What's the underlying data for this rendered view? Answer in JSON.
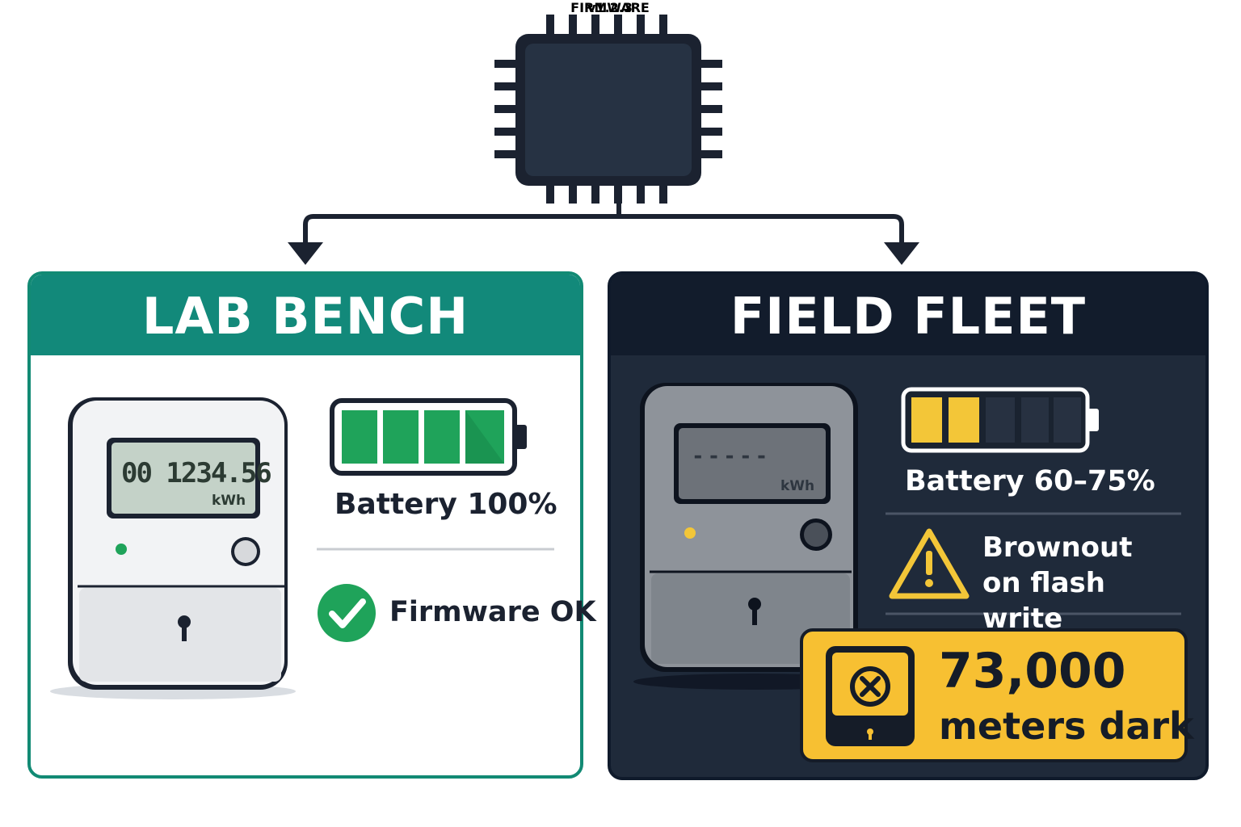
{
  "chip": {
    "title": "FIRMWARE",
    "version": "v1.2.3"
  },
  "lab": {
    "title": "LAB BENCH",
    "meter_reading": "00 1234.56",
    "meter_unit": "kWh",
    "battery_label": "Battery 100%",
    "battery_level": 1.0,
    "status_label": "Firmware OK"
  },
  "field": {
    "title": "FIELD FLEET",
    "meter_reading": "-----",
    "meter_unit": "kWh",
    "battery_label": "Battery 60–75%",
    "battery_segments_filled": 2,
    "battery_segments_total": 5,
    "warning_label": "Brownout on flash write",
    "alert_count": "73,000",
    "alert_text": "meters dark"
  },
  "colors": {
    "teal": "#12897a",
    "navy": "#121c2c",
    "green": "#1fa35a",
    "amber": "#f7c032"
  },
  "icons": [
    "chip-icon",
    "battery-icon",
    "check-circle-icon",
    "warning-triangle-icon",
    "dead-meter-icon",
    "keyhole-icon"
  ]
}
